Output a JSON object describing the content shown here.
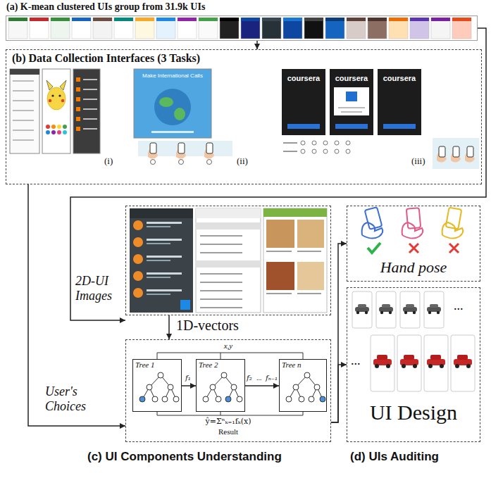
{
  "diagram": {
    "nodes": [
      {
        "text": [
          "(a) K-mean clustered UIs group from 31.9k UIs"
        ]
      },
      {
        "text": [
          "(b) Data Collection Interfaces (3 Tasks)"
        ]
      },
      {
        "text": [
          "2D-UI Images"
        ]
      },
      {
        "text": [
          "(c) UI Components Understanding"
        ]
      },
      {
        "text": [
          "Tree 1"
        ],
        "in": 3
      },
      {
        "text": [
          "Tree 2"
        ],
        "in": 3
      },
      {
        "text": [
          "Tree n"
        ],
        "in": 3
      },
      {
        "text": [
          "Hand pose"
        ]
      },
      {
        "text": [
          "UI Design",
          "(d) UIs Auditing"
        ]
      }
    ],
    "edges": [
      {
        "from": 0,
        "to": 1,
        "arrow": "to"
      },
      {
        "from": 0,
        "to": 2,
        "arrow": "to"
      },
      {
        "from": 1,
        "to": 3,
        "label": "User's Choices",
        "arrow": "to"
      },
      {
        "from": 2,
        "to": 3,
        "label": "1D-vectors",
        "arrow": "to"
      },
      {
        "from": 4,
        "to": 5,
        "label": "f₁",
        "arrow": "to"
      },
      {
        "from": 5,
        "to": 6,
        "label": "f₂",
        "arrow": "to"
      },
      {
        "from": 3,
        "to": 7,
        "arrow": "to"
      },
      {
        "from": 3,
        "to": 8,
        "arrow": "to"
      }
    ],
    "labels": [
      "(i)",
      "(ii)",
      "(iii)",
      "Make International Calls",
      "coursera",
      "coursera",
      "coursera",
      "x,y",
      "...",
      "fₙ₋₁",
      "ŷ=Σⁿₖ₌₁fₖ(x)",
      "Result",
      "...",
      "..."
    ]
  }
}
